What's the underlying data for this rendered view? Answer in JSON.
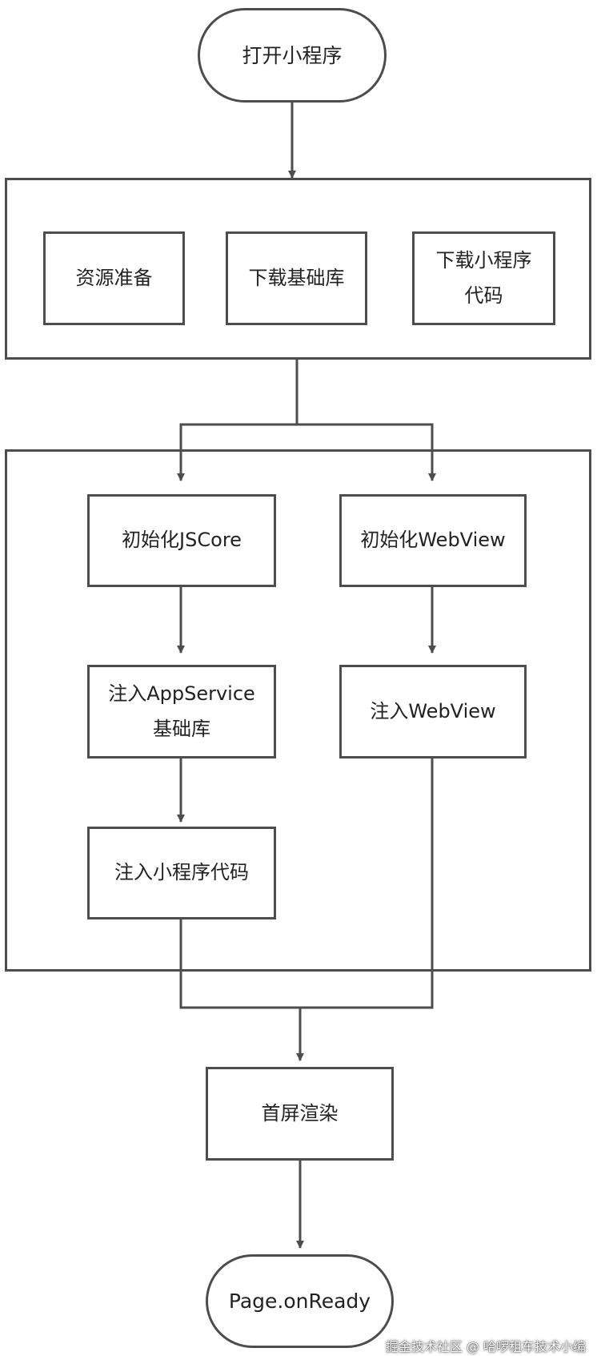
{
  "nodes": {
    "open_miniprogram": "打开小程序",
    "resource_prep": "资源准备",
    "download_base_lib": "下载基础库",
    "download_miniprogram_code": "下载小程序\n代码",
    "init_jscore": "初始化JSCore",
    "init_webview": "初始化WebView",
    "inject_appservice_base_lib": "注入AppService\n基础库",
    "inject_webview": "注入WebView",
    "inject_miniprogram_code": "注入小程序代码",
    "first_screen_render": "首屏渲染",
    "page_onready": "Page.onReady"
  },
  "watermark": "掘金技术社区 @ 哈啰租车技术小编",
  "colors": {
    "stroke": "#4d4d4d",
    "text": "#222222",
    "background": "#ffffff"
  }
}
